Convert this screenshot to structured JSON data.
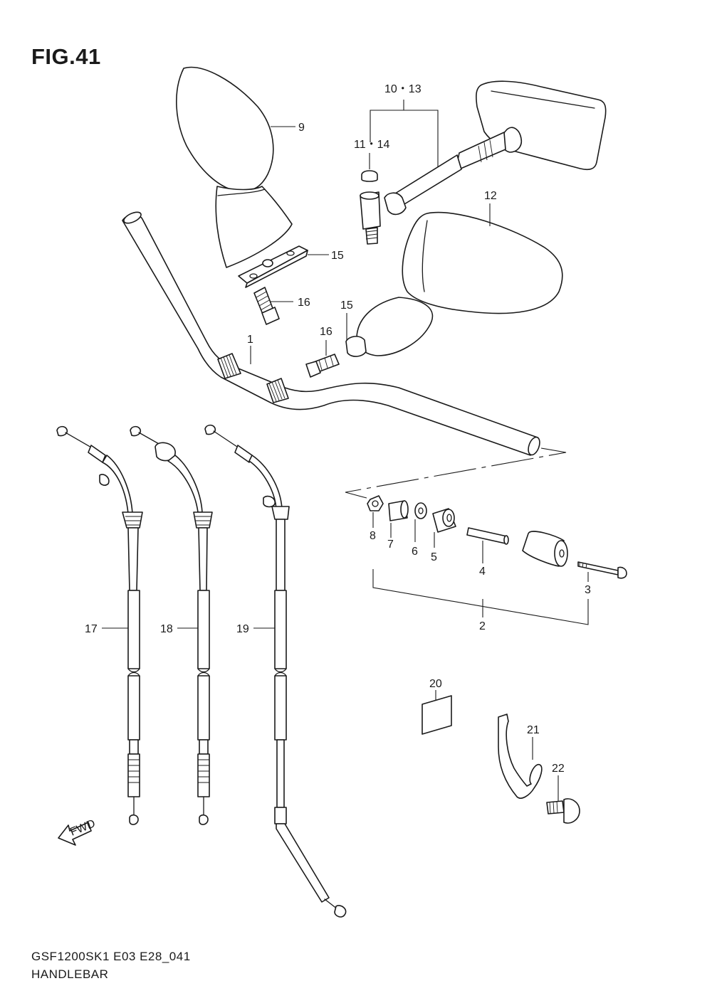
{
  "figure": {
    "title": "FIG.41",
    "code": "GSF1200SK1 E03 E28_041",
    "name": "HANDLEBAR"
  },
  "callouts": [
    {
      "id": "c1",
      "text": "1"
    },
    {
      "id": "c2",
      "text": "2"
    },
    {
      "id": "c3",
      "text": "3"
    },
    {
      "id": "c4",
      "text": "4"
    },
    {
      "id": "c5",
      "text": "5"
    },
    {
      "id": "c6",
      "text": "6"
    },
    {
      "id": "c7",
      "text": "7"
    },
    {
      "id": "c8",
      "text": "8"
    },
    {
      "id": "c9",
      "text": "9"
    },
    {
      "id": "c10",
      "text": "10・13"
    },
    {
      "id": "c11",
      "text": "11・14"
    },
    {
      "id": "c12",
      "text": "12"
    },
    {
      "id": "c15a",
      "text": "15"
    },
    {
      "id": "c15b",
      "text": "15"
    },
    {
      "id": "c16a",
      "text": "16"
    },
    {
      "id": "c16b",
      "text": "16"
    },
    {
      "id": "c17",
      "text": "17"
    },
    {
      "id": "c18",
      "text": "18"
    },
    {
      "id": "c19",
      "text": "19"
    },
    {
      "id": "c20",
      "text": "20"
    },
    {
      "id": "c21",
      "text": "21"
    },
    {
      "id": "c22",
      "text": "22"
    }
  ],
  "fwd_marker": "FWD"
}
